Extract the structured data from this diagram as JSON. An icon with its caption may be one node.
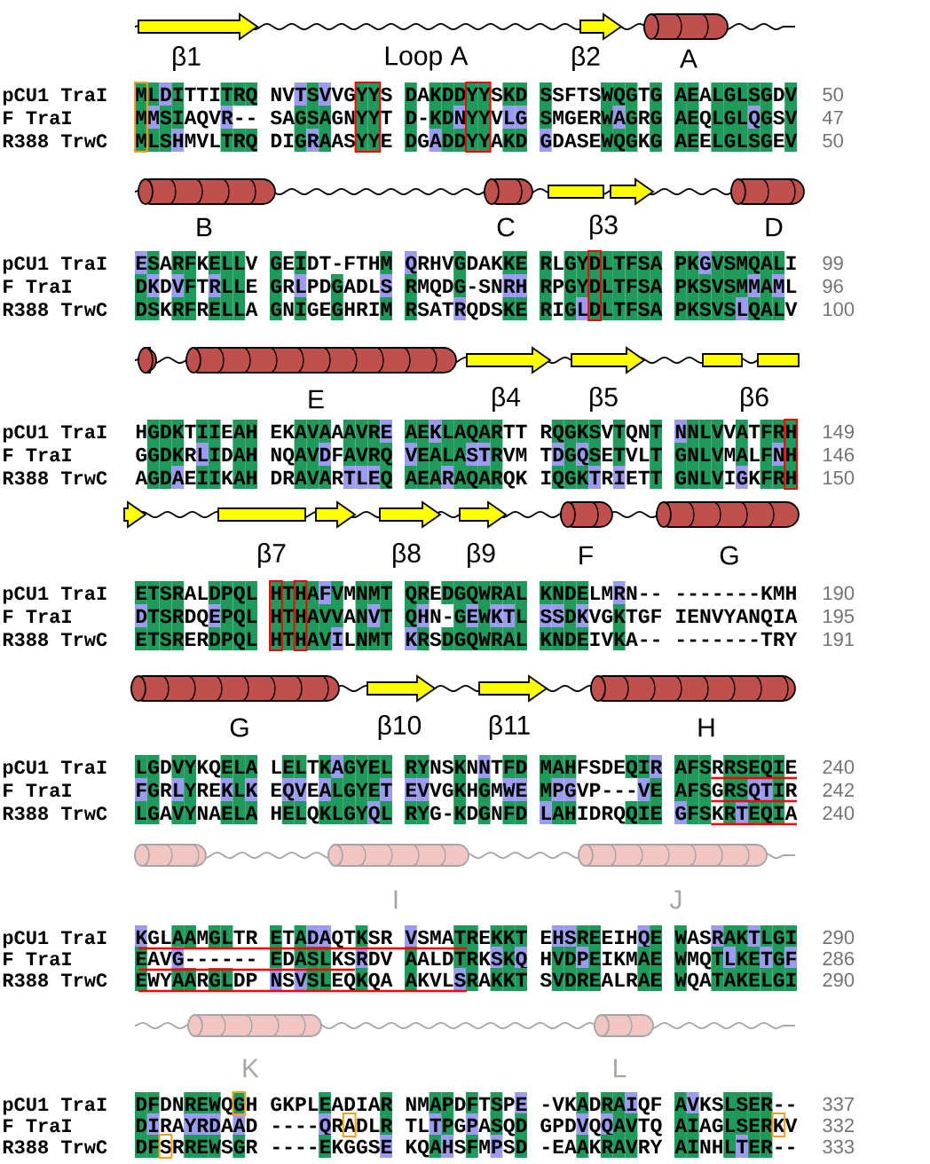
{
  "diagram": {
    "labels": [
      "β1",
      "Loop A",
      "β2",
      "A",
      "pCU1 TraI",
      "MLDITTITRQ",
      "NVTSVVGYYS",
      "DAKDDYYSKD",
      "SSFTSWQGTG",
      "AEALGLSGDV",
      "50",
      "F TraI",
      "MMSIAQVR--",
      "SAGSAGNYYT",
      "D-KDNYYVLG",
      "SMGERWAGRG",
      "AEQLGLQGSV",
      "47",
      "R388 TrwC",
      "MLSHMVLTRQ",
      "DIGRAASYYE",
      "DGADDYYAKD",
      "GDASEWQGKG",
      "AEELGLSGEV",
      "50",
      "B",
      "C",
      "β3",
      "D",
      "pCU1 TraI",
      "ESARFKELLV",
      "GEIDT-FTHM",
      "QRHVGDAKKE",
      "RLGYDLTFSA",
      "PKGVSMQALI",
      "99",
      "F TraI",
      "DKDVFTRLLE",
      "GRLPDGADLS",
      "RMQDG-SNRH",
      "RPGYDLTFSA",
      "PKSVSMMAML",
      "96",
      "R388 TrwC",
      "DSKRFRELLA",
      "GNIGEGHRIM",
      "RSATRQDSKE",
      "RIGLDLTFSA",
      "PKSVSLQALV",
      "100",
      "E",
      "β4",
      "β5",
      "β6",
      "pCU1 TraI",
      "HGDKTIIEAH",
      "EKAVAAAVRE",
      "AEKLAQARTT",
      "RQGKSVTQNT",
      "NNLVVATFRH",
      "149",
      "F TraI",
      "GGDKRLIDAH",
      "NQAVDFAVRQ",
      "VEALASTRVM",
      "TDGQSETVLT",
      "GNLVMALFNH",
      "146",
      "R388 TrwC",
      "AGDAEIIKAH",
      "DRAVARTLEQ",
      "AEARAQARQK",
      "IQGKTRIETT",
      "GNLVIGKFRH",
      "150",
      "β7",
      "β8",
      "β9",
      "F",
      "G",
      "pCU1 TraI",
      "ETSRALDPQL",
      "HTHAFVMNMT",
      "QREDGQWRAL",
      "KNDELMRN--",
      "-------KMH",
      "190",
      "F TraI",
      "DTSRDQEPQL",
      "HTHAVVANVT",
      "QHN-GEWKTL",
      "SSDKVGKTGF",
      "IENVYANQIA",
      "195",
      "R388 TrwC",
      "ETSRERDPQL",
      "HTHAVILNMT",
      "KRSDGQWRAL",
      "KNDEIVKA--",
      "-------TRY",
      "191",
      "G",
      "β10",
      "β11",
      "H",
      "pCU1 TraI",
      "LGDVYKQELA",
      "LELTKAGYEL",
      "RYNSKNNTFD",
      "MAHFSDEQIR",
      "AFSRRSEQIE",
      "240",
      "F TraI",
      "FGRLYREKLK",
      "EQVEALGYET",
      "EVVGKHGMWE",
      "MPGVP---VE",
      "AFSGRSQTIR",
      "242",
      "R388 TrwC",
      "LGAVYNAELA",
      "HELQKLGYQL",
      "RYG-KDGNFD",
      "LAHIDRQQIE",
      "GFSKRTEQIA",
      "240",
      "I",
      "J",
      "pCU1 TraI",
      "KGLAAMGLTR",
      "ETADAQTKSR",
      "VSMATREKKT",
      "EHSREEIHQE",
      "WASRAKTLGI",
      "290",
      "F TraI",
      "EAVG------",
      "EDASLKSRDV",
      "AALDTRKSKQ",
      "HVDPEIKMAE",
      "WMQTLKETGF",
      "286",
      "R388 TrwC",
      "EWYAARGLDP",
      "NSVSLEQKQA",
      "AKVLSRAKKT",
      "SVDREALRAE",
      "WQATAKELGI",
      "290",
      "K",
      "L",
      "pCU1 TraI",
      "DFDNREWQGH",
      "GKPLEADIAR",
      "NMAPDFTSPE",
      "-VKADRAIQF",
      "AVKSLSER--",
      "337",
      "F TraI",
      "DIRAYRDAAD",
      "----QRADLR",
      "TLTPGPASQD",
      "GPDVQQAVTQ",
      "AIAGLSERKV",
      "332",
      "R388 TrwC",
      "DFSRREWSGR",
      "----EKGGSE",
      "KQAHSFMPSD",
      "-EAAKRAVRY",
      "AINHLTER--",
      "333"
    ]
  }
}
